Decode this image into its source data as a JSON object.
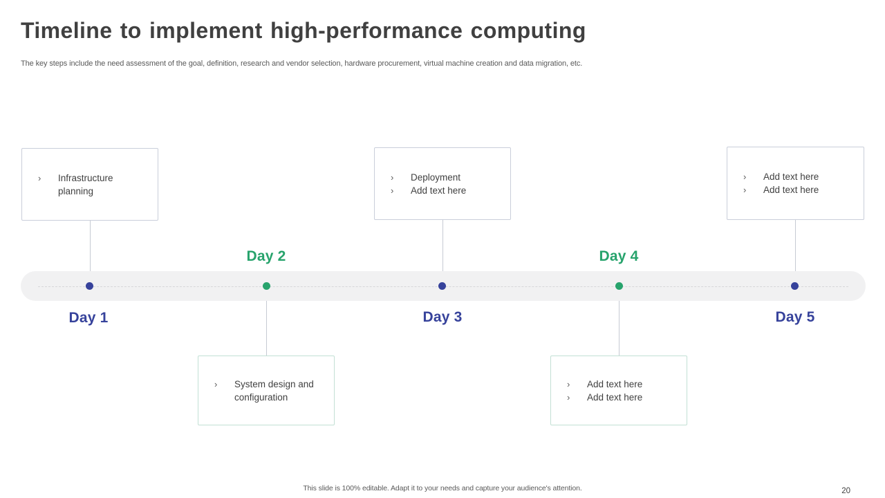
{
  "slide": {
    "title": "Timeline to implement high-performance computing",
    "subtitle": "The key steps include the need assessment of the goal, definition, research and vendor selection, hardware procurement, virtual machine creation and data migration, etc.",
    "footer": "This slide is 100% editable. Adapt it to your needs and capture your audience's attention.",
    "page_number": "20"
  },
  "bullet_char": "›",
  "colors": {
    "blue": "#36429B",
    "green": "#27A36C",
    "bar": "#F1F1F2",
    "text_dark": "#404040",
    "text_gray": "#595959",
    "border_top_box": "#C9CEDA",
    "border_bottom_box": "#C2E0D4",
    "connector": "#C6CAD3",
    "dash": "#D6D6D8",
    "background": "#FFFFFF"
  },
  "timeline": {
    "days": [
      {
        "label": "Day 1",
        "color": "blue",
        "label_position": "below",
        "box_position": "above",
        "items": [
          "Infrastructure planning"
        ]
      },
      {
        "label": "Day 2",
        "color": "green",
        "label_position": "above",
        "box_position": "below",
        "items": [
          "System design and configuration"
        ]
      },
      {
        "label": "Day 3",
        "color": "blue",
        "label_position": "below",
        "box_position": "above",
        "items": [
          "Deployment",
          "Add text here"
        ]
      },
      {
        "label": "Day 4",
        "color": "green",
        "label_position": "above",
        "box_position": "below",
        "items": [
          "Add text here",
          "Add text here"
        ]
      },
      {
        "label": "Day 5",
        "color": "blue",
        "label_position": "below",
        "box_position": "above",
        "items": [
          "Add text here",
          "Add text here"
        ]
      }
    ]
  }
}
